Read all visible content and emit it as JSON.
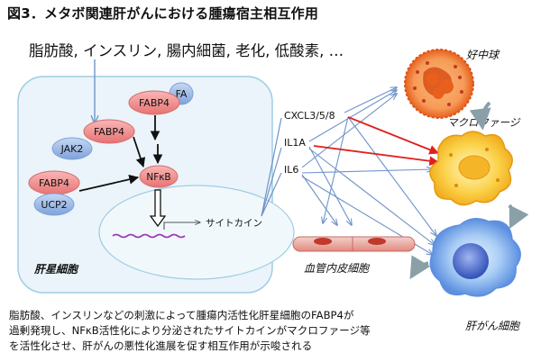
{
  "title": "図3．メタボ関連肝がんにおける腫瘍宿主相互作用",
  "stimuli": "脂肪酸, インスリン, 腸内細菌, 老化, 低酸素, …",
  "hsc": {
    "label": "肝星細胞",
    "fabp4_a": "FABP4",
    "fa": "FA",
    "fabp4_b": "FABP4",
    "jak2": "JAK2",
    "fabp4_c": "FABP4",
    "ucp2": "UCP2",
    "nfkb": "NFκB",
    "cytokine": "サイトカイン"
  },
  "cytokines": {
    "c1": "CXCL3/5/8",
    "c2": "IL1A",
    "c3": "IL6"
  },
  "cells": {
    "neutrophil": "好中球",
    "macrophage": "マクロファージ",
    "endothelium": "血管内皮細胞",
    "cancer": "肝がん細胞"
  },
  "caption": {
    "line1": "脂肪酸、インスリンなどの刺激によって腫瘍内活性化肝星細胞のFABP4が",
    "line2": "過剰発現し、NFκB活性化により分泌されたサイトカインがマクロファージ等",
    "line3": "を活性化させ、肝がんの悪性化進展を促す相互作用が示唆される"
  },
  "colors": {
    "hsc_fill": "#eaf4fa",
    "hsc_stroke": "#9fcde3",
    "pink_node": "#ef8a8a",
    "blue_node": "#8fb1e0",
    "thin_arrow": "#6f93c9",
    "red_arrow": "#e02020",
    "neutrophil": "#e8601c",
    "macrophage": "#f6b21f",
    "cancer_cell": "#5c8fe0",
    "cancer_nucleus": "#3a5fc8"
  }
}
